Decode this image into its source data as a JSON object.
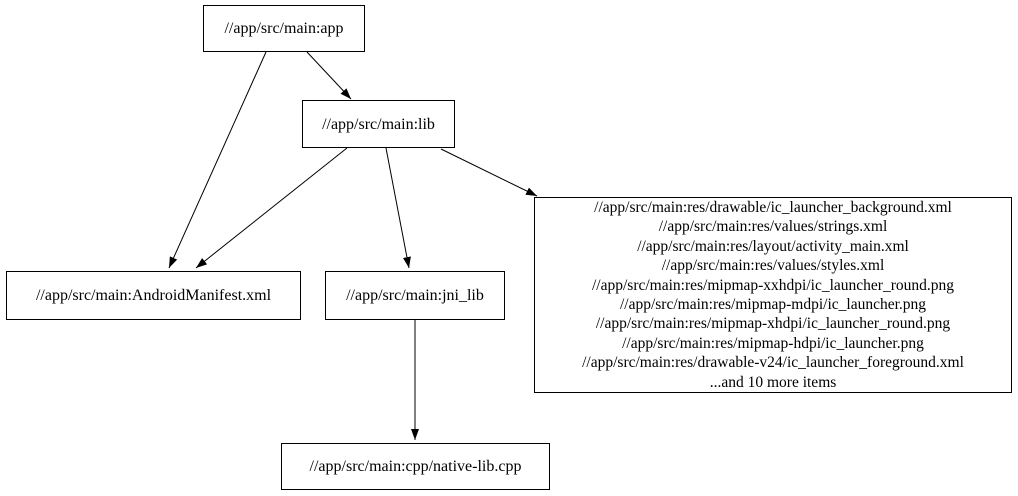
{
  "graph": {
    "background_color": "#ffffff",
    "node_border_color": "#000000",
    "text_color": "#000000",
    "nodes": {
      "app": {
        "label": "//app/src/main:app"
      },
      "lib": {
        "label": "//app/src/main:lib"
      },
      "manifest": {
        "label": "//app/src/main:AndroidManifest.xml"
      },
      "jni_lib": {
        "label": "//app/src/main:jni_lib"
      },
      "native_lib": {
        "label": "//app/src/main:cpp/native-lib.cpp"
      },
      "resources": {
        "lines": [
          "//app/src/main:res/drawable/ic_launcher_background.xml",
          "//app/src/main:res/values/strings.xml",
          "//app/src/main:res/layout/activity_main.xml",
          "//app/src/main:res/values/styles.xml",
          "//app/src/main:res/mipmap-xxhdpi/ic_launcher_round.png",
          "//app/src/main:res/mipmap-mdpi/ic_launcher.png",
          "//app/src/main:res/mipmap-xhdpi/ic_launcher_round.png",
          "//app/src/main:res/mipmap-hdpi/ic_launcher.png",
          "//app/src/main:res/drawable-v24/ic_launcher_foreground.xml",
          "...and 10 more items"
        ]
      }
    },
    "edges": [
      {
        "from": "app",
        "to": "lib"
      },
      {
        "from": "app",
        "to": "manifest"
      },
      {
        "from": "lib",
        "to": "manifest"
      },
      {
        "from": "lib",
        "to": "jni_lib"
      },
      {
        "from": "lib",
        "to": "resources"
      },
      {
        "from": "jni_lib",
        "to": "native_lib"
      }
    ]
  }
}
